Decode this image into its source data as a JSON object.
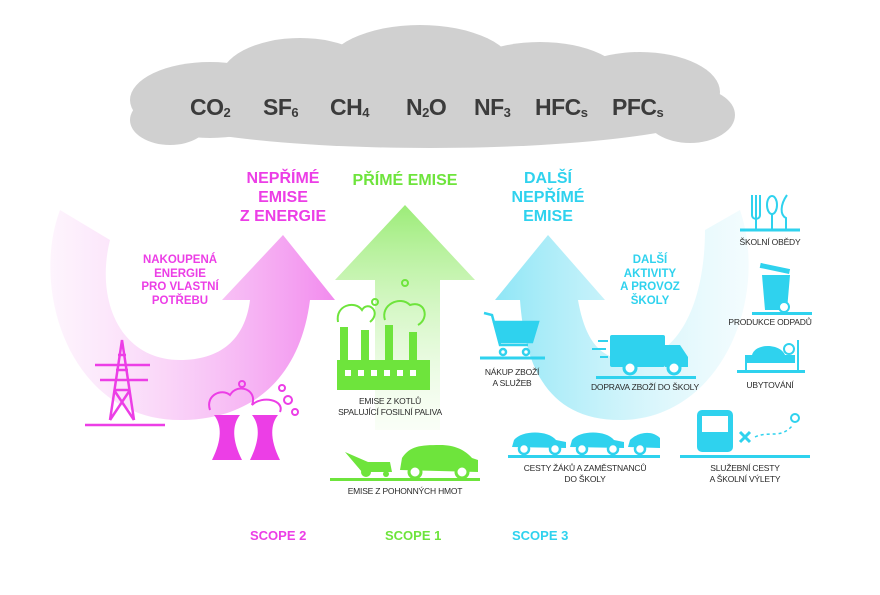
{
  "gases": [
    {
      "base": "CO",
      "sub": "2"
    },
    {
      "base": "SF",
      "sub": "6"
    },
    {
      "base": "CH",
      "sub": "4"
    },
    {
      "base": "N",
      "sub": "2",
      "tail": "O"
    },
    {
      "base": "NF",
      "sub": "3"
    },
    {
      "base": "HFC",
      "sub": "s"
    },
    {
      "base": "PFC",
      "sub": "s"
    }
  ],
  "scope2": {
    "heading": [
      "NEPŘÍMÉ",
      "EMISE",
      "Z ENERGIE"
    ],
    "middle": [
      "NAKOUPENÁ",
      "ENERGIE",
      "PRO VLASTNÍ",
      "POTŘEBU"
    ],
    "label": "SCOPE 2"
  },
  "scope1": {
    "heading": "PŘÍMÉ EMISE",
    "factory": [
      "EMISE Z KOTLŮ",
      "SPALUJÍCÍ FOSILNÍ PALIVA"
    ],
    "vehicles": "EMISE Z POHONNÝCH HMOT",
    "label": "SCOPE 1"
  },
  "scope3": {
    "heading": [
      "DALŠÍ",
      "NEPŘÍMÉ",
      "EMISE"
    ],
    "middle": [
      "DALŠÍ",
      "AKTIVITY",
      "A PROVOZ",
      "ŠKOLY"
    ],
    "items": {
      "lunch": "ŠKOLNÍ OBĚDY",
      "waste": "PRODUKCE ODPADŮ",
      "accommodation": "UBYTOVÁNÍ",
      "purchase": [
        "NÁKUP ZBOŽÍ",
        "A SLUŽEB"
      ],
      "transport": "DOPRAVA ZBOŽÍ DO ŠKOLY",
      "commute": [
        "CESTY ŽÁKŮ A ZAMĚSTNANCŮ",
        "DO ŠKOLY"
      ],
      "trips": [
        "SLUŽEBNÍ CESTY",
        "A ŠKOLNÍ VÝLETY"
      ]
    },
    "label": "SCOPE 3"
  },
  "colors": {
    "pink": "#ec3ee6",
    "green": "#6ee43c",
    "cyan": "#2fd2ee",
    "cloud": "#d0d0d0"
  }
}
